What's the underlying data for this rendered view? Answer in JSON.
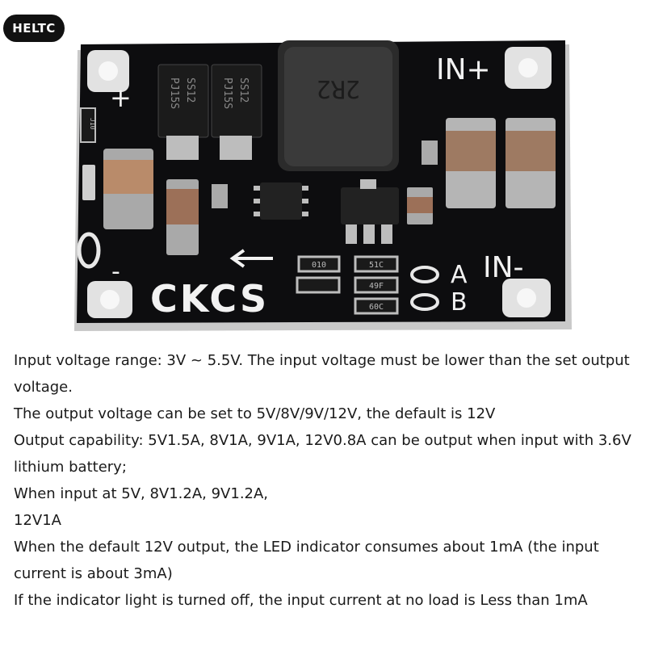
{
  "brand": {
    "logo_text": "HELTC"
  },
  "board": {
    "label_in_plus": "IN+",
    "label_in_minus": "IN-",
    "label_plus": "+",
    "label_minus": "-",
    "label_a": "A",
    "label_b": "B",
    "brand_mark": "CKCS",
    "inductor_marking": "2R2",
    "chip_marking_1": "PJ15S",
    "chip_marking_1b": "SS12",
    "chip_marking_2": "PJ15S",
    "chip_marking_2b": "SS12",
    "resistor_1": "010",
    "resistor_2": "51C",
    "resistor_3": "49F",
    "resistor_4": "60C",
    "resistor_5": "J10"
  },
  "description": [
    "Input voltage range: 3V ~ 5.5V. The input voltage must be lower than the set output voltage.",
    "The output voltage can be set to 5V/8V/9V/12V, the default is 12V",
    "Output capability: 5V1.5A, 8V1A, 9V1A, 12V0.8A can be output when input with 3.6V lithium battery;",
    "When input at 5V, 8V1.2A, 9V1.2A,",
    "12V1A",
    "When the default 12V output, the LED indicator consumes about 1mA (the input current is about 3mA)",
    "If the indicator light is turned off, the input current at no load is Less than 1mA"
  ]
}
